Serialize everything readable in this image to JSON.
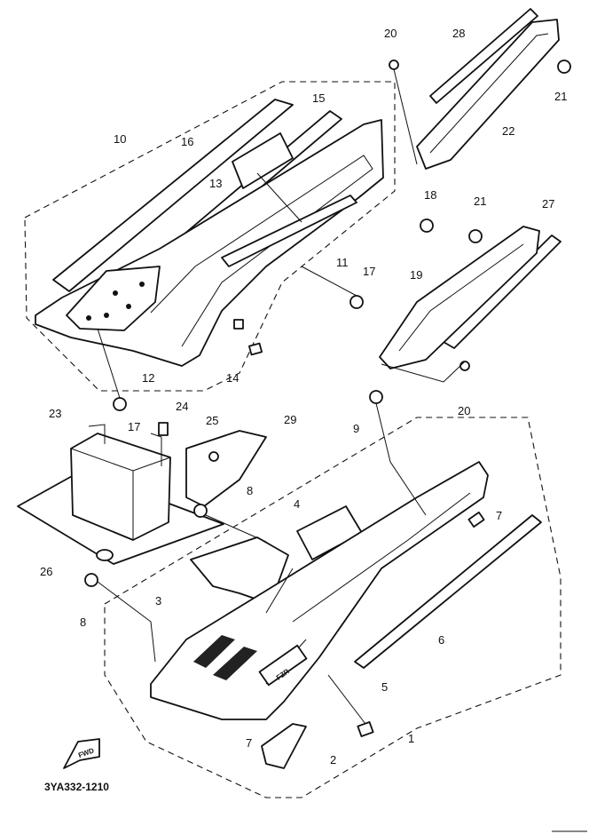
{
  "diagram": {
    "code": "3YA332-1210",
    "forward_marker": "FWD",
    "emblem_text": "FZR",
    "callouts": [
      "1",
      "2",
      "3",
      "4",
      "5",
      "6",
      "7",
      "7",
      "8",
      "8",
      "9",
      "10",
      "11",
      "12",
      "13",
      "14",
      "15",
      "16",
      "17",
      "17",
      "18",
      "19",
      "20",
      "20",
      "21",
      "21",
      "22",
      "23",
      "24",
      "25",
      "26",
      "27",
      "28",
      "29"
    ]
  }
}
